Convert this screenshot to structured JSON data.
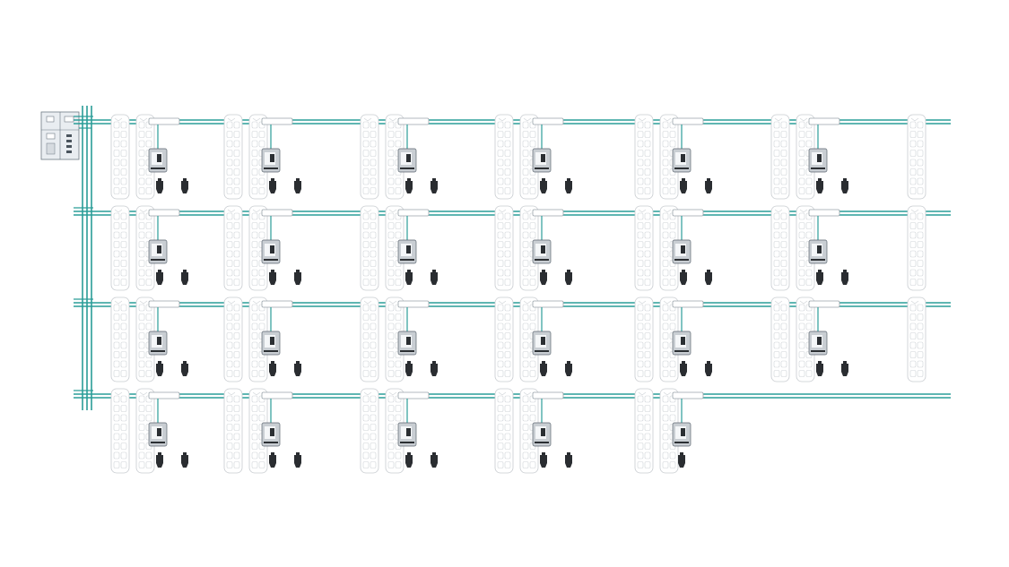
{
  "diagram": {
    "colors": {
      "bus": "#2a9d98",
      "outline": "#c8ccd0",
      "cabinet": "#e9edf1",
      "charger": "#c9ced3",
      "plug": "#2a2d31"
    },
    "icons": {
      "switchgear": "switchgear-cabinet-icon",
      "parking": "parking-bay-icon",
      "junction": "junction-box-icon",
      "charger": "ev-charger-icon",
      "plug": "charging-connector-icon"
    },
    "rows": [
      {
        "charger_groups": 6,
        "connectors_per_group": 2
      },
      {
        "charger_groups": 6,
        "connectors_per_group": 2
      },
      {
        "charger_groups": 6,
        "connectors_per_group": 2
      },
      {
        "charger_groups": 5,
        "connectors_per_group": [
          2,
          2,
          2,
          2,
          1
        ]
      }
    ]
  }
}
